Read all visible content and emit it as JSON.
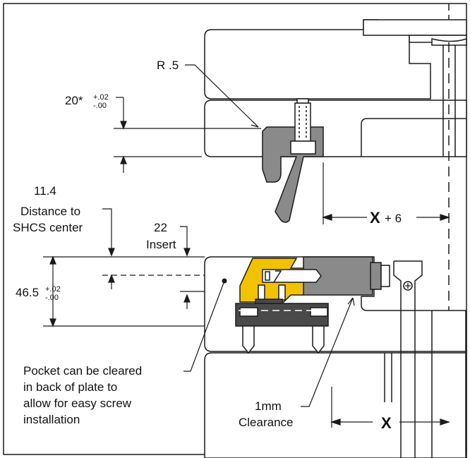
{
  "labels": {
    "radius": "R .5",
    "dim_20": "20*",
    "tol_plus": "+.02",
    "tol_minus": "-.00",
    "dim_11_4": "11.4",
    "distance_to": "Distance to",
    "shcs_center": "SHCS center",
    "dim_22": "22",
    "insert": "Insert",
    "dim_46_5": "46.5",
    "tol46_plus": "+.02",
    "tol46_minus": "-.00",
    "x_var": "X",
    "plus_six": "+ 6",
    "x_var_bottom": "X",
    "pocket_1": "Pocket can be cleared",
    "pocket_2": "in back of plate to",
    "pocket_3": "allow for easy screw",
    "pocket_4": "installation",
    "clearance_1": "1mm",
    "clearance_2": "Clearance"
  },
  "colors": {
    "outline": "#1a1a1a",
    "gray_body": "#8a8a8a",
    "gray_dark": "#4a4a4a",
    "yellow": "#f2c200",
    "white": "#ffffff"
  }
}
